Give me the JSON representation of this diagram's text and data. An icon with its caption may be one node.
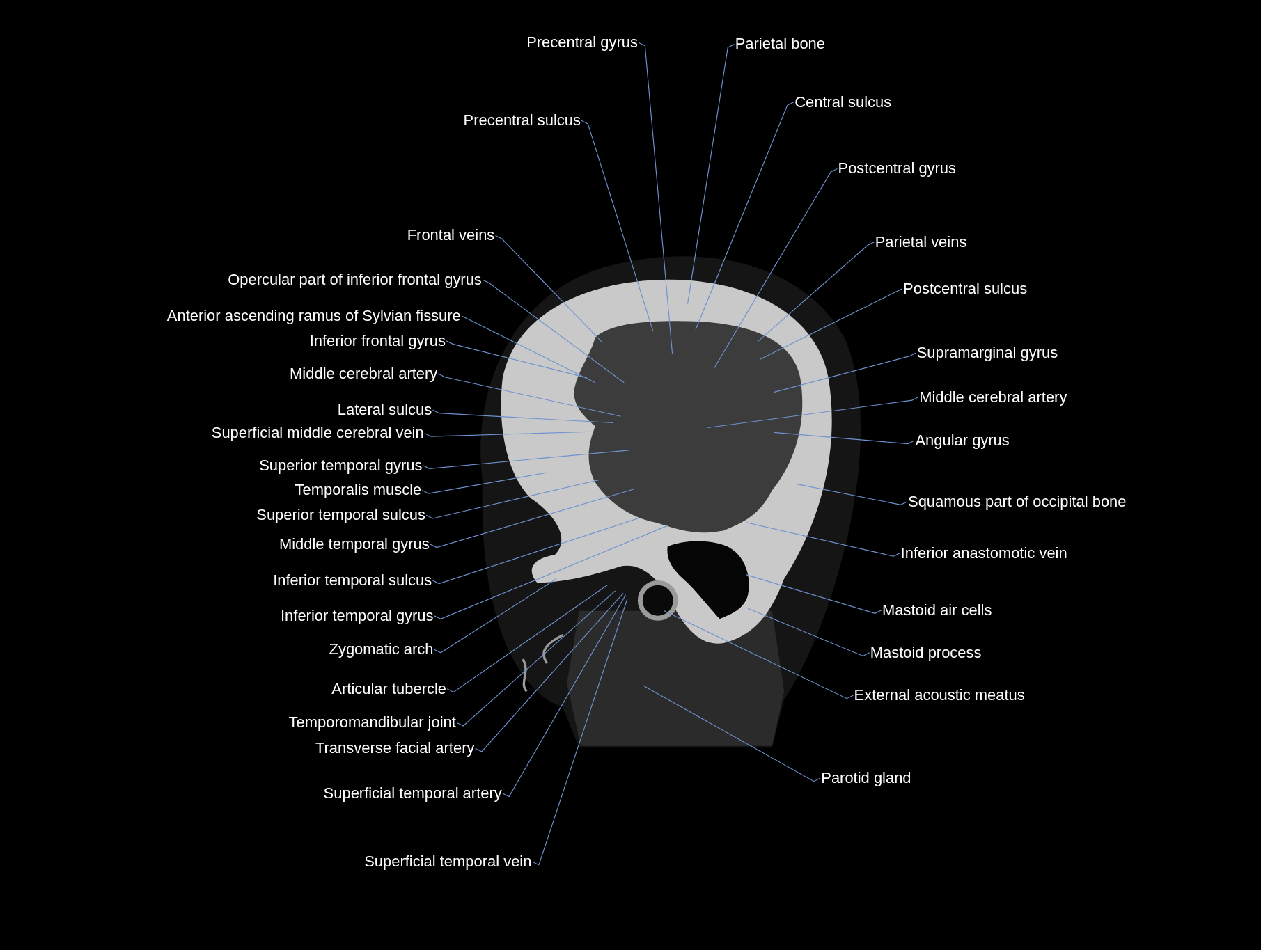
{
  "diagram": {
    "nodes": [
      {
        "text": [
          "Precentral gyrus"
        ]
      },
      {
        "text": [
          "Parietal bone"
        ]
      },
      {
        "text": [
          "Central sulcus"
        ]
      },
      {
        "text": [
          "Precentral sulcus"
        ]
      },
      {
        "text": [
          "Postcentral gyrus"
        ]
      },
      {
        "text": [
          "Frontal veins"
        ]
      },
      {
        "text": [
          "Parietal veins"
        ]
      },
      {
        "text": [
          "Opercular part of inferior frontal gyrus"
        ]
      },
      {
        "text": [
          "Postcentral sulcus"
        ]
      },
      {
        "text": [
          "Anterior ascending ramus of Sylvian fissure"
        ]
      },
      {
        "text": [
          "Inferior frontal gyrus"
        ]
      },
      {
        "text": [
          "Supramarginal gyrus"
        ]
      },
      {
        "text": [
          "Middle cerebral artery"
        ]
      },
      {
        "text": [
          "Middle cerebral artery"
        ]
      },
      {
        "text": [
          "Lateral sulcus"
        ]
      },
      {
        "text": [
          "Superficial middle cerebral vein"
        ]
      },
      {
        "text": [
          "Angular gyrus"
        ]
      },
      {
        "text": [
          "Superior temporal gyrus"
        ]
      },
      {
        "text": [
          "Temporalis muscle"
        ]
      },
      {
        "text": [
          "Squamous part of occipital bone"
        ]
      },
      {
        "text": [
          "Superior temporal sulcus"
        ]
      },
      {
        "text": [
          "Middle temporal gyrus"
        ]
      },
      {
        "text": [
          "Inferior anastomotic vein"
        ]
      },
      {
        "text": [
          "Inferior temporal sulcus"
        ]
      },
      {
        "text": [
          "Mastoid air cells"
        ]
      },
      {
        "text": [
          "Inferior temporal gyrus"
        ]
      },
      {
        "text": [
          "Zygomatic arch"
        ]
      },
      {
        "text": [
          "Mastoid process"
        ]
      },
      {
        "text": [
          "Articular tubercle"
        ]
      },
      {
        "text": [
          "External acoustic meatus"
        ]
      },
      {
        "text": [
          "Temporomandibular joint"
        ]
      },
      {
        "text": [
          "Transverse facial artery"
        ]
      },
      {
        "text": [
          "Parotid gland"
        ]
      },
      {
        "text": [
          "Superficial temporal artery"
        ]
      },
      {
        "text": [
          "Superficial temporal vein"
        ]
      }
    ],
    "edges": [
      {
        "from": 0,
        "to": null,
        "arrow": "none"
      },
      {
        "from": 1,
        "to": null,
        "arrow": "none"
      },
      {
        "from": 2,
        "to": null,
        "arrow": "none"
      },
      {
        "from": 3,
        "to": null,
        "arrow": "none"
      },
      {
        "from": 4,
        "to": null,
        "arrow": "none"
      },
      {
        "from": 5,
        "to": null,
        "arrow": "none"
      },
      {
        "from": 6,
        "to": null,
        "arrow": "none"
      },
      {
        "from": 7,
        "to": null,
        "arrow": "none"
      },
      {
        "from": 8,
        "to": null,
        "arrow": "none"
      },
      {
        "from": 9,
        "to": null,
        "arrow": "none"
      },
      {
        "from": 10,
        "to": null,
        "arrow": "none"
      },
      {
        "from": 11,
        "to": null,
        "arrow": "none"
      },
      {
        "from": 12,
        "to": null,
        "arrow": "none"
      },
      {
        "from": 13,
        "to": null,
        "arrow": "none"
      },
      {
        "from": 14,
        "to": null,
        "arrow": "none"
      },
      {
        "from": 15,
        "to": null,
        "arrow": "none"
      },
      {
        "from": 16,
        "to": null,
        "arrow": "none"
      },
      {
        "from": 17,
        "to": null,
        "arrow": "none"
      },
      {
        "from": 18,
        "to": null,
        "arrow": "none"
      },
      {
        "from": 19,
        "to": null,
        "arrow": "none"
      },
      {
        "from": 20,
        "to": null,
        "arrow": "none"
      },
      {
        "from": 21,
        "to": null,
        "arrow": "none"
      },
      {
        "from": 22,
        "to": null,
        "arrow": "none"
      },
      {
        "from": 23,
        "to": null,
        "arrow": "none"
      },
      {
        "from": 24,
        "to": null,
        "arrow": "none"
      },
      {
        "from": 25,
        "to": null,
        "arrow": "none"
      },
      {
        "from": 26,
        "to": null,
        "arrow": "none"
      },
      {
        "from": 27,
        "to": null,
        "arrow": "none"
      },
      {
        "from": 28,
        "to": null,
        "arrow": "none"
      },
      {
        "from": 29,
        "to": null,
        "arrow": "none"
      },
      {
        "from": 30,
        "to": null,
        "arrow": "none"
      },
      {
        "from": 31,
        "to": null,
        "arrow": "none"
      },
      {
        "from": 32,
        "to": null,
        "arrow": "none"
      },
      {
        "from": 33,
        "to": null,
        "arrow": "none"
      },
      {
        "from": 34,
        "to": null,
        "arrow": "none"
      }
    ]
  }
}
